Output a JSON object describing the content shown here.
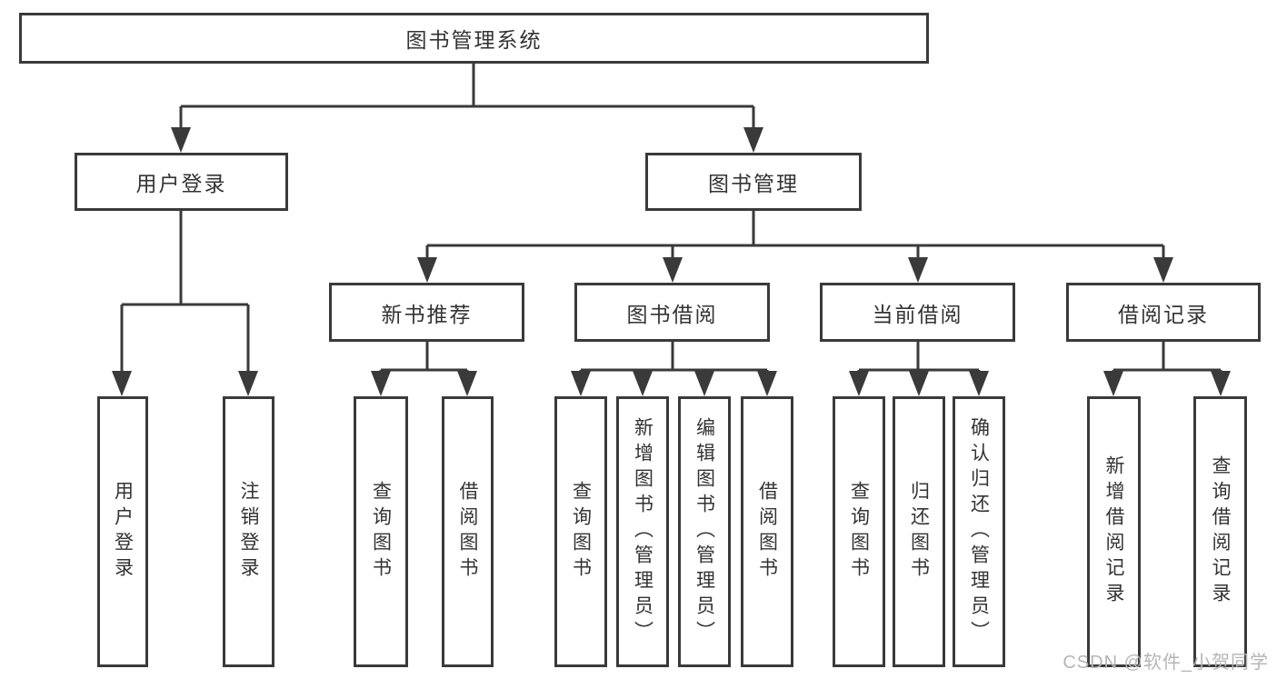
{
  "tree": {
    "root": {
      "label": "图书管理系统"
    },
    "branches": [
      {
        "label": "用户登录",
        "children": [
          {
            "label": "用户登录"
          },
          {
            "label": "注销登录"
          }
        ]
      },
      {
        "label": "图书管理",
        "children": [
          {
            "label": "新书推荐",
            "children": [
              {
                "label": "查询图书"
              },
              {
                "label": "借阅图书"
              }
            ]
          },
          {
            "label": "图书借阅",
            "children": [
              {
                "label": "查询图书"
              },
              {
                "label": "新增图书（管理员）"
              },
              {
                "label": "编辑图书（管理员）"
              },
              {
                "label": "借阅图书"
              }
            ]
          },
          {
            "label": "当前借阅",
            "children": [
              {
                "label": "查询图书"
              },
              {
                "label": "归还图书"
              },
              {
                "label": "确认归还（管理员）"
              }
            ]
          },
          {
            "label": "借阅记录",
            "children": [
              {
                "label": "新增借阅记录"
              },
              {
                "label": "查询借阅记录"
              }
            ]
          }
        ]
      }
    ]
  },
  "watermark": "CSDN @软件_小贺同学",
  "colors": {
    "line": "#3a3a3a",
    "text": "#333333",
    "watermark": "#b5b5b5",
    "background": "#ffffff"
  }
}
